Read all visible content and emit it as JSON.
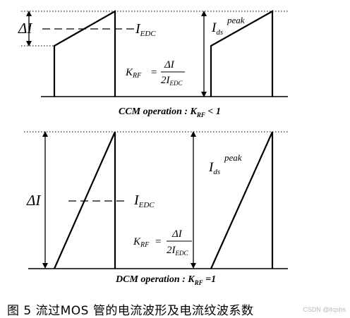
{
  "ccm": {
    "title": "CCM operation : K",
    "title_sub": "RF",
    "title_tail": " < 1",
    "delta_i": "ΔI",
    "i_edc": "I",
    "i_edc_sub": "EDC",
    "i_ds": "I",
    "i_ds_sub": "ds",
    "peak": "peak",
    "k_rf": "K",
    "k_rf_sub": "RF",
    "eq": "=",
    "frac_num": "ΔI",
    "frac_den_pre": "2I",
    "frac_den_sub": "EDC"
  },
  "dcm": {
    "title": "DCM operation : K",
    "title_sub": "RF",
    "title_tail": " =1",
    "delta_i": "ΔI",
    "i_edc": "I",
    "i_edc_sub": "EDC",
    "i_ds": "I",
    "i_ds_sub": "ds",
    "peak": "peak",
    "k_rf": "K",
    "k_rf_sub": "RF",
    "eq": "=",
    "frac_num": "ΔI",
    "frac_den_pre": "2I",
    "frac_den_sub": "EDC"
  },
  "caption": "图 5 流过MOS 管的电流波形及电流纹波系数",
  "watermark": "CSDN @ltqshs"
}
